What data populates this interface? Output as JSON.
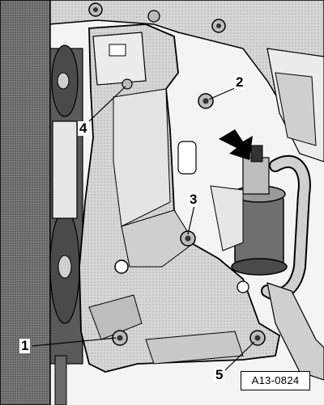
{
  "callouts": {
    "c1": "1",
    "c2": "2",
    "c3": "3",
    "c4": "4",
    "c5": "5"
  },
  "figure_id": "A13-0824",
  "colors": {
    "ink": "#000000",
    "paper": "#ffffff",
    "casting": "#d9d9d9",
    "shadow": "#8c8c8c",
    "dark": "#3a3a3a"
  }
}
